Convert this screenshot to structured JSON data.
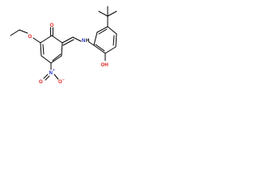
{
  "molecule": {
    "atoms": {
      "carbonyl_o": "O",
      "ethoxy_o": "O",
      "nitro_n": "N",
      "nitro_n_charge": "+",
      "nitro_o_left": "O",
      "nitro_o_right": "O",
      "nitro_o_charge": "−",
      "imine_n": "N",
      "imine_h": "H",
      "hydroxyl": "OH"
    }
  },
  "colors": {
    "bond": "#000000",
    "oxygen": "#e02020",
    "nitrogen": "#2030c8"
  }
}
